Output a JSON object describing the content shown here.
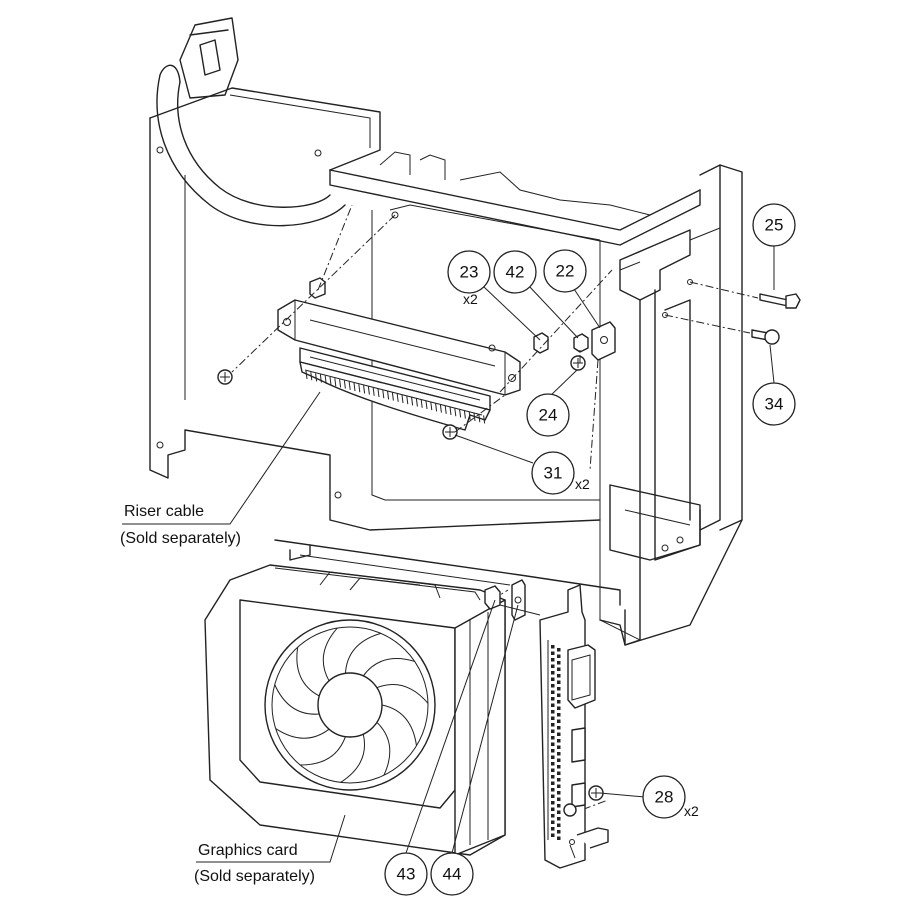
{
  "callouts": [
    {
      "id": "c25",
      "number": "25",
      "qty": ""
    },
    {
      "id": "c23",
      "number": "23",
      "qty": "x2"
    },
    {
      "id": "c42",
      "number": "42",
      "qty": ""
    },
    {
      "id": "c22",
      "number": "22",
      "qty": ""
    },
    {
      "id": "c24",
      "number": "24",
      "qty": ""
    },
    {
      "id": "c31",
      "number": "31",
      "qty": "x2"
    },
    {
      "id": "c34",
      "number": "34",
      "qty": ""
    },
    {
      "id": "c28",
      "number": "28",
      "qty": "x2"
    },
    {
      "id": "c43",
      "number": "43",
      "qty": ""
    },
    {
      "id": "c44",
      "number": "44",
      "qty": ""
    }
  ],
  "labels": {
    "riser_line1": "Riser cable",
    "riser_line2": "(Sold separately)",
    "gpu_line1": "Graphics card",
    "gpu_line2": "(Sold separately)"
  }
}
